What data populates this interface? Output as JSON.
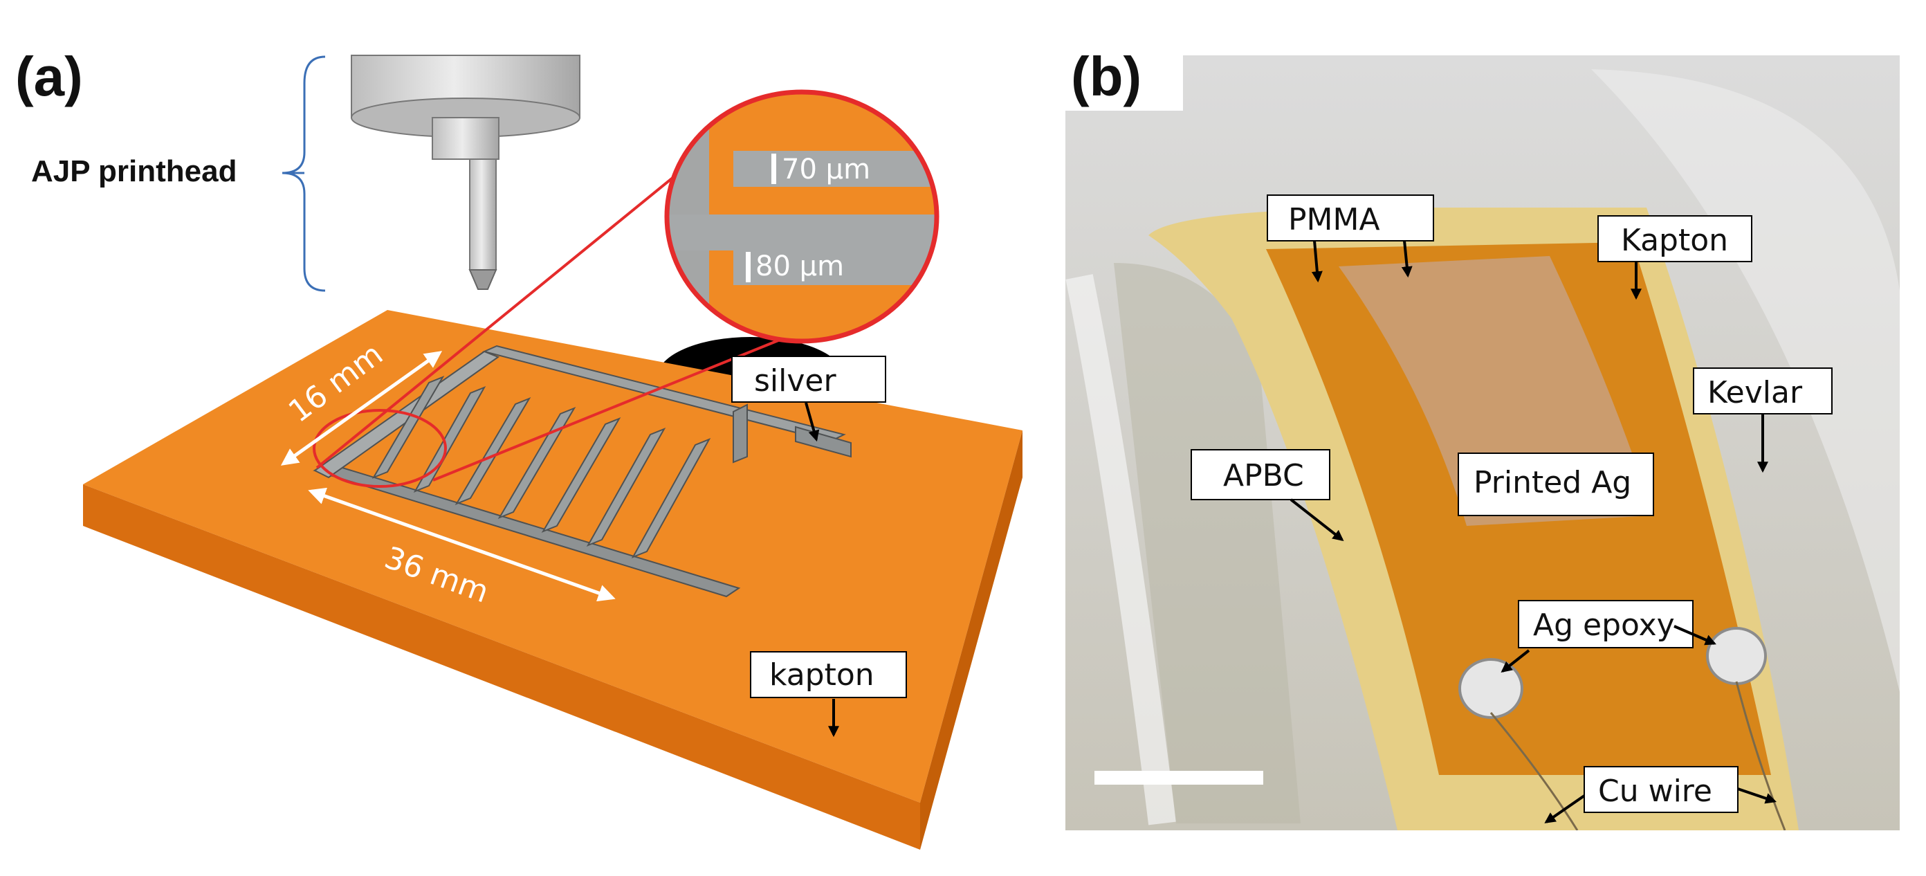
{
  "panel_a": {
    "label": "(a)",
    "printhead_label": "AJP printhead",
    "silver_label": "silver",
    "kapton_label": "kapton",
    "dim_16": "16 mm",
    "dim_36": "36 mm",
    "inset_70": "70 µm",
    "inset_80": "80 µm",
    "colors": {
      "substrate": "#f08a24",
      "silver": "#8e9293",
      "zoom": "#e52b2b"
    }
  },
  "panel_b": {
    "label": "(b)",
    "callouts": {
      "pmma": "PMMA",
      "kapton": "Kapton",
      "kevlar": "Kevlar",
      "apbc": "APBC",
      "printed_ag": "Printed Ag",
      "ag_epoxy": "Ag epoxy",
      "cu_wire": "Cu wire"
    },
    "colors": {
      "kevlar": "#e6cf86",
      "kapton": "#d7861a"
    }
  }
}
